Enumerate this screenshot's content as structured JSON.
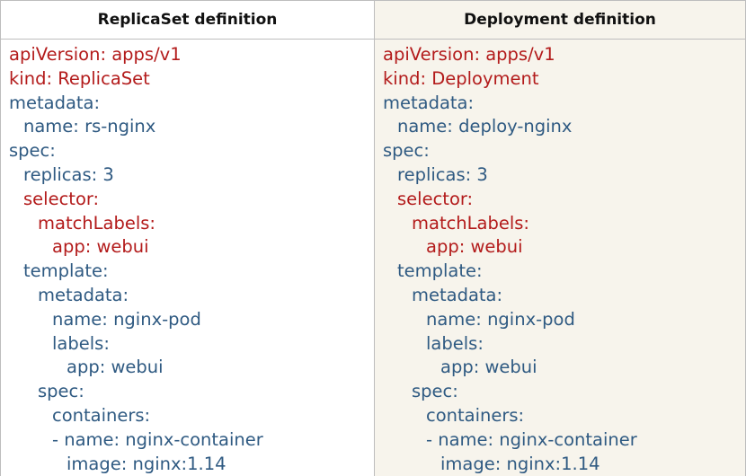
{
  "columns": [
    {
      "header": "ReplicaSet definition",
      "lines": [
        {
          "indent": 0,
          "text": "apiVersion: apps/v1",
          "color": "red"
        },
        {
          "indent": 0,
          "text": "kind: ReplicaSet",
          "color": "red"
        },
        {
          "indent": 0,
          "text": "metadata:",
          "color": "blue"
        },
        {
          "indent": 1,
          "text": "name: rs-nginx",
          "color": "blue"
        },
        {
          "indent": 0,
          "text": "spec:",
          "color": "blue"
        },
        {
          "indent": 1,
          "text": "replicas: 3",
          "color": "blue"
        },
        {
          "indent": 1,
          "text": "selector:",
          "color": "red"
        },
        {
          "indent": 2,
          "text": "matchLabels:",
          "color": "red"
        },
        {
          "indent": 3,
          "text": "app: webui",
          "color": "red"
        },
        {
          "indent": 1,
          "text": "template:",
          "color": "blue"
        },
        {
          "indent": 2,
          "text": "metadata:",
          "color": "blue"
        },
        {
          "indent": 3,
          "text": "name: nginx-pod",
          "color": "blue"
        },
        {
          "indent": 3,
          "text": "labels:",
          "color": "blue"
        },
        {
          "indent": 4,
          "text": "app: webui",
          "color": "blue"
        },
        {
          "indent": 2,
          "text": "spec:",
          "color": "blue"
        },
        {
          "indent": 3,
          "text": "containers:",
          "color": "blue"
        },
        {
          "indent": 3,
          "text": "- name: nginx-container",
          "color": "blue"
        },
        {
          "indent": 4,
          "text": "image: nginx:1.14",
          "color": "blue"
        }
      ]
    },
    {
      "header": "Deployment definition",
      "lines": [
        {
          "indent": 0,
          "text": "apiVersion: apps/v1",
          "color": "red"
        },
        {
          "indent": 0,
          "text": "kind: Deployment",
          "color": "red"
        },
        {
          "indent": 0,
          "text": "metadata:",
          "color": "blue"
        },
        {
          "indent": 1,
          "text": "name: deploy-nginx",
          "color": "blue"
        },
        {
          "indent": 0,
          "text": "spec:",
          "color": "blue"
        },
        {
          "indent": 1,
          "text": "replicas: 3",
          "color": "blue"
        },
        {
          "indent": 1,
          "text": "selector:",
          "color": "red"
        },
        {
          "indent": 2,
          "text": "matchLabels:",
          "color": "red"
        },
        {
          "indent": 3,
          "text": "app: webui",
          "color": "red"
        },
        {
          "indent": 1,
          "text": "template:",
          "color": "blue"
        },
        {
          "indent": 2,
          "text": "metadata:",
          "color": "blue"
        },
        {
          "indent": 3,
          "text": "name: nginx-pod",
          "color": "blue"
        },
        {
          "indent": 3,
          "text": "labels:",
          "color": "blue"
        },
        {
          "indent": 4,
          "text": "app: webui",
          "color": "blue"
        },
        {
          "indent": 2,
          "text": "spec:",
          "color": "blue"
        },
        {
          "indent": 3,
          "text": "containers:",
          "color": "blue"
        },
        {
          "indent": 3,
          "text": "- name: nginx-container",
          "color": "blue"
        },
        {
          "indent": 4,
          "text": "image: nginx:1.14",
          "color": "blue"
        }
      ]
    }
  ],
  "colors": {
    "red": "#b31b1b",
    "blue": "#2f5a82",
    "right_background": "#f7f4ec"
  }
}
